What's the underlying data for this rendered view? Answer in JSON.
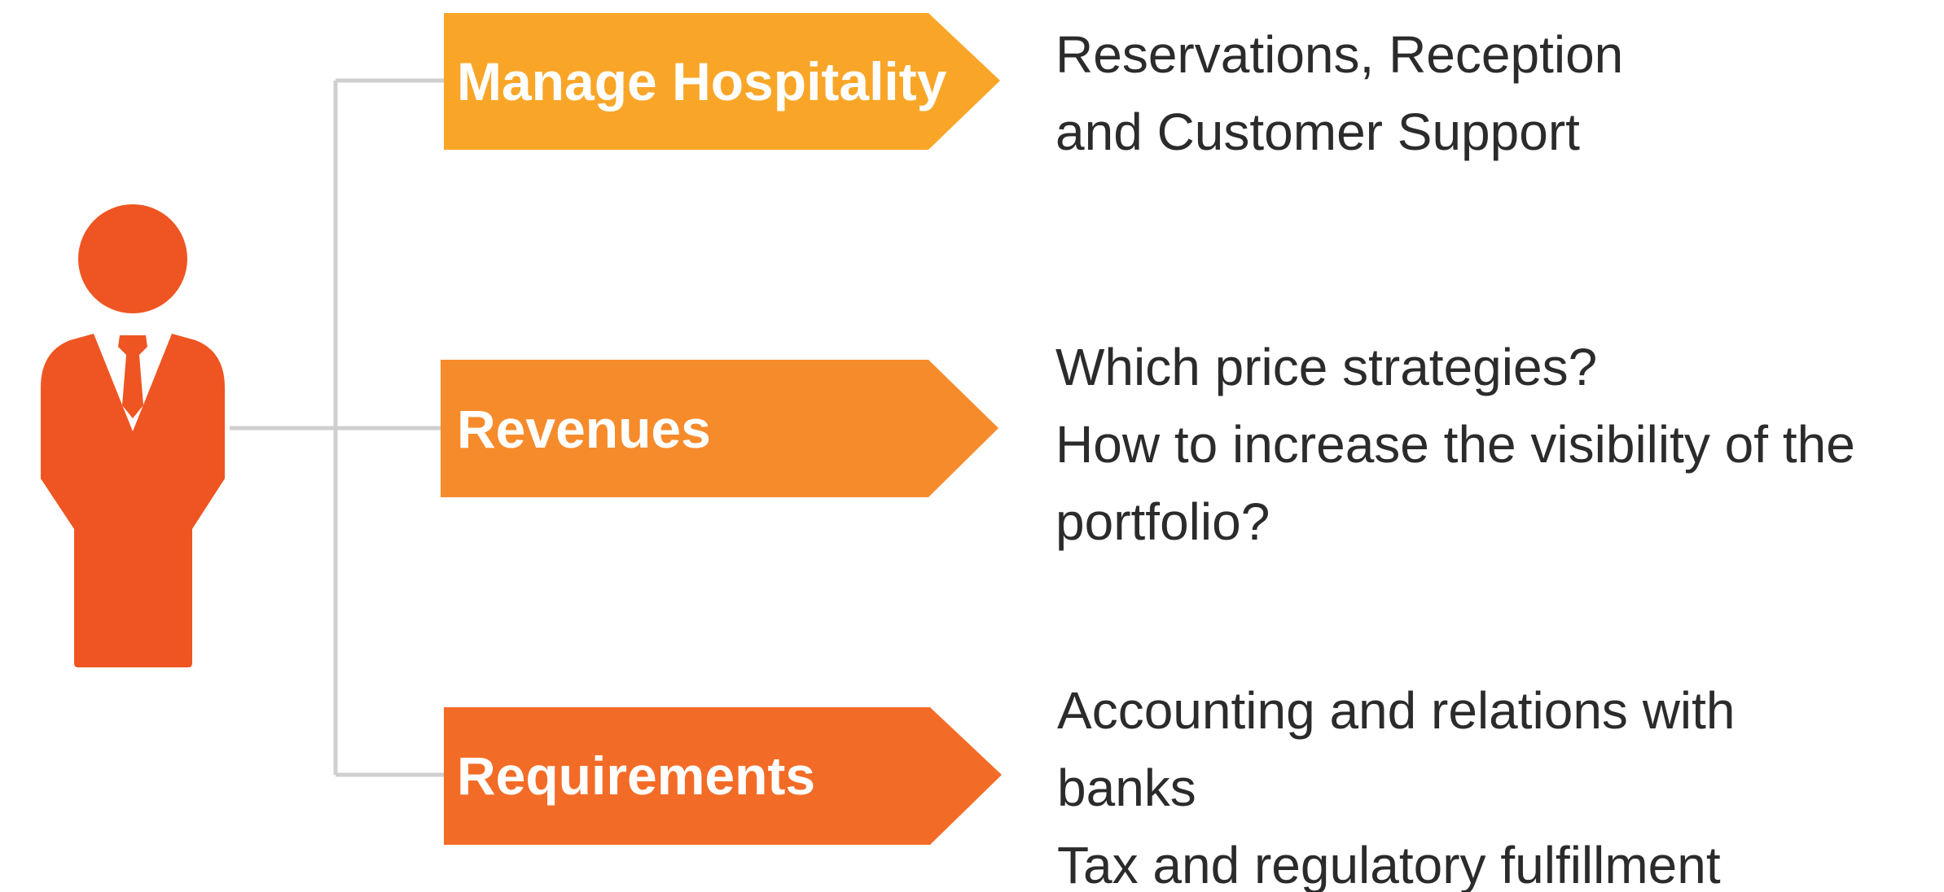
{
  "colors": {
    "connector": "#cfcfcf",
    "person": "#ef5522",
    "text": "#2b2b2b",
    "label_text": "#ffffff"
  },
  "person": {
    "icon": "businessman-icon"
  },
  "branches": [
    {
      "label": "Manage Hospitality",
      "color": "#f9a628",
      "description": [
        "Reservations, Reception",
        "and Customer Support"
      ]
    },
    {
      "label": "Revenues",
      "color": "#f68b2c",
      "description": [
        "Which price strategies?",
        "How to increase the visibility of the",
        "portfolio?"
      ]
    },
    {
      "label": "Requirements",
      "color": "#f36c27",
      "description": [
        "Accounting and relations with",
        "banks",
        "Tax and regulatory fulfillment"
      ]
    }
  ]
}
